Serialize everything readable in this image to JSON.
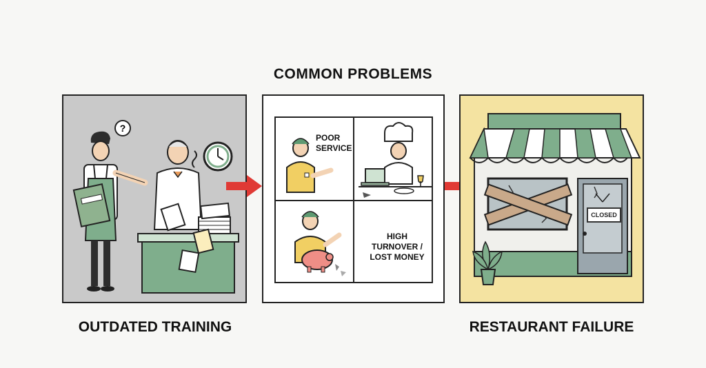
{
  "title": "COMMON PROBLEMS",
  "left": {
    "caption": "OUTDATED TRAINING",
    "icons": [
      "question-bubble-icon",
      "clock-icon",
      "paper-stack-icon",
      "manual-book-icon"
    ]
  },
  "middle": {
    "cells": [
      {
        "label": "POOR SERVICE"
      },
      {
        "label": ""
      },
      {
        "label": ""
      },
      {
        "label": "HIGH TURNOVER / LOST MONEY"
      }
    ],
    "icons": [
      "chef-icon",
      "laptop-icon",
      "piggy-bank-icon",
      "wine-glass-icon"
    ]
  },
  "right": {
    "caption": "RESTAURANT FAILURE",
    "sign": "CLOSED",
    "icons": [
      "awning-icon",
      "boarded-window-icon",
      "potted-plant-icon",
      "door-icon"
    ]
  },
  "colors": {
    "arrow": "#e03a35",
    "accent_green": "#7fae8c",
    "left_bg": "#c9c9c9",
    "right_bg": "#f4e3a1"
  }
}
